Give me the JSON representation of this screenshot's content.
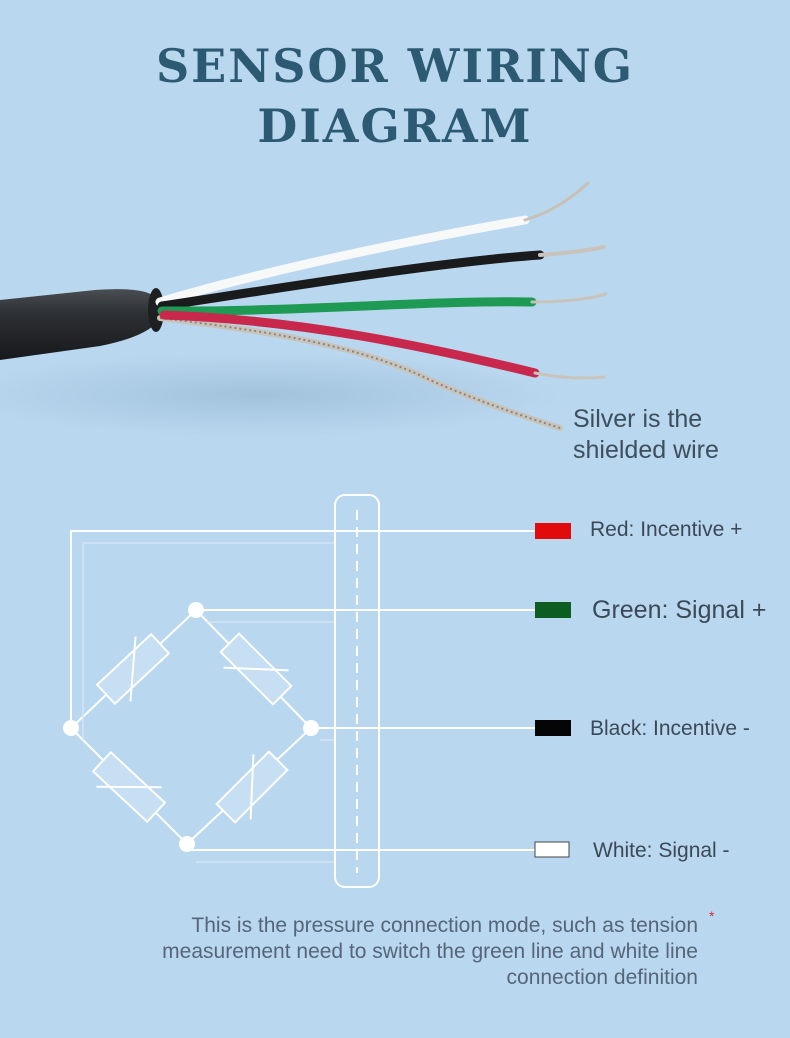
{
  "title": {
    "line1": "SENSOR WIRING",
    "line2": "DIAGRAM"
  },
  "cable_note": {
    "line1": "Silver is the",
    "line2": "shielded wire"
  },
  "wires": [
    {
      "label": "Red: Incentive +",
      "color": "#e10b0b"
    },
    {
      "label": "Green: Signal +",
      "color": "#0d5c22"
    },
    {
      "label": "Black: Incentive -",
      "color": "#050505"
    },
    {
      "label": "White: Signal -",
      "color": "#ffffff"
    }
  ],
  "footnote": {
    "line1": "This is the pressure connection mode, such as tension",
    "line2": "measurement need to switch the green line and white line",
    "line3": "connection definition",
    "marker": "*"
  },
  "colors": {
    "background": "#b9d7ef",
    "title": "#2d5a73",
    "circuit_line": "#ffffff",
    "shield_wire": "#c9c4bb",
    "cable_jacket": "#2a2d30"
  }
}
